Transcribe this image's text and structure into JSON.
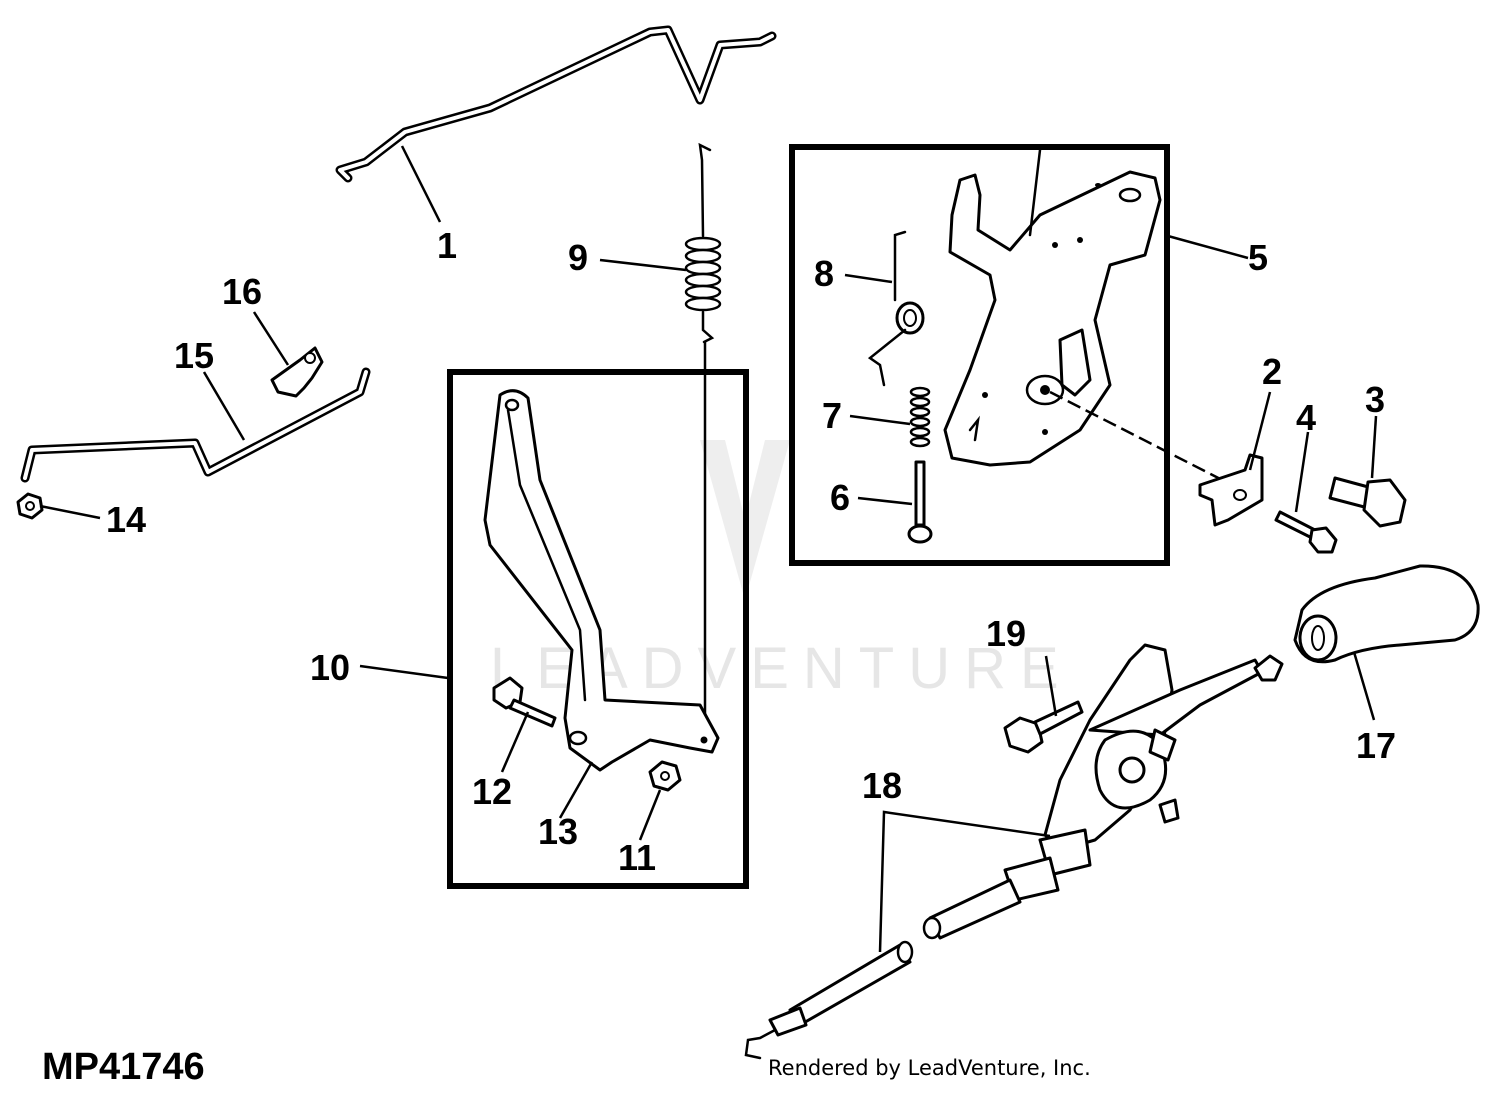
{
  "figure_id": "MP41746",
  "credit": "Rendered by LeadVenture, Inc.",
  "watermark": "LEADVENTURE",
  "callouts": [
    "1",
    "2",
    "3",
    "4",
    "5",
    "6",
    "7",
    "8",
    "9",
    "10",
    "11",
    "12",
    "13",
    "14",
    "15",
    "16",
    "17",
    "18",
    "19"
  ]
}
